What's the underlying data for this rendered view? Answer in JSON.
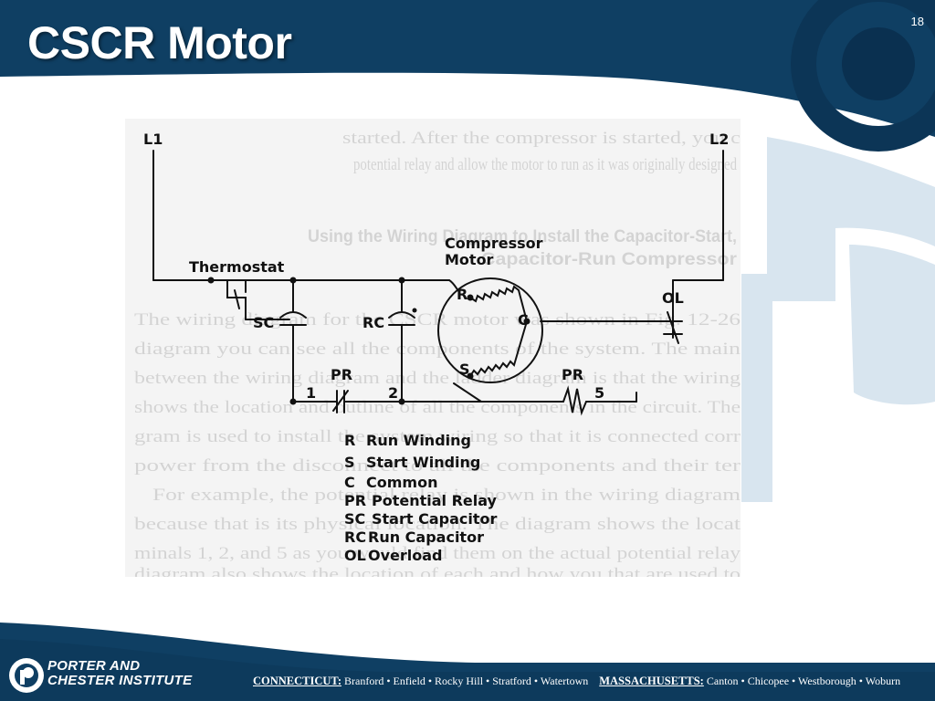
{
  "slide": {
    "title": "CSCR Motor",
    "page_number": "18",
    "colors": {
      "navy": "#0f3f63",
      "teal": "#0d4d72",
      "light_blue": "#d7e4ee",
      "white": "#ffffff"
    }
  },
  "diagram": {
    "lines": {
      "l1": "L1",
      "l2": "L2"
    },
    "labels": {
      "thermostat": "Thermostat",
      "compressor": "Compressor",
      "motor": "Motor",
      "sc": "SC",
      "rc": "RC",
      "pr1": "PR",
      "pr2": "PR",
      "ol": "OL",
      "r": "R",
      "s": "S",
      "c": "C",
      "t1": "1",
      "t2": "2",
      "t5": "5"
    },
    "legend": [
      {
        "abbr": "R",
        "desc": "Run Winding"
      },
      {
        "abbr": "S",
        "desc": "Start Winding"
      },
      {
        "abbr": "C",
        "desc": "Common"
      },
      {
        "abbr": "PR",
        "desc": "Potential Relay"
      },
      {
        "abbr": "SC",
        "desc": "Start Capacitor"
      },
      {
        "abbr": "RC",
        "desc": "Run Capacitor"
      },
      {
        "abbr": "OL",
        "desc": "Overload"
      }
    ],
    "bleed_through": [
      "started. After the compressor is started, you can remove the start",
      "potential relay and allow the motor to run as it was originally designed",
      "Using the Wiring Diagram to Install the Capacitor-Start,",
      "Capacitor-Run Compressor",
      "The wiring diagram for the CSCR motor was shown in Fig. 12-26",
      "diagram you can see all the components of the system. The main",
      "between the wiring diagram and the ladder diagram is that the wiring",
      "shows the location and outline of all the components in the circuit. The",
      "gram is used to install the system wiring so that it is connected corr",
      "power from the disconnect to all the components and their ter",
      "For example, the potential relay is shown in the wiring diagram",
      "because that is its physical location. The diagram shows the locat",
      "minals 1, 2, and 5 as you would find them on the actual potential relay",
      "diagram also shows the location of each and how you that are used to"
    ]
  },
  "footer": {
    "logo_line1": "PORTER AND",
    "logo_line2": "CHESTER INSTITUTE",
    "ct_label": "CONNECTICUT:",
    "ct_cities": " Branford • Enfield • Rocky Hill • Stratford • Watertown",
    "ma_label": "MASSACHUSETTS:",
    "ma_cities": " Canton • Chicopee • Westborough • Woburn"
  }
}
